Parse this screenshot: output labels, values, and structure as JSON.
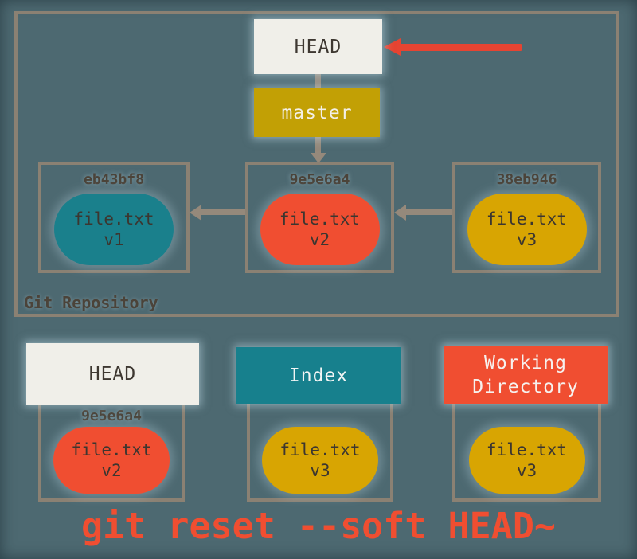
{
  "colors": {
    "background": "#4d6971",
    "frame_border": "#8b8173",
    "connector": "#95897b",
    "annotation_arrow": "#e64432",
    "branch_gold": "#c2a005",
    "offwhite": "#f0efe9",
    "teal": "#17808d",
    "orange": "#f04e31",
    "yellow": "#d8a502",
    "caption": "#f04e31"
  },
  "repository": {
    "label": "Git Repository",
    "head_label": "HEAD",
    "branch_label": "master",
    "commits": [
      {
        "hash": "eb43bf8",
        "file": "file.txt",
        "version": "v1",
        "color": "#1a808c"
      },
      {
        "hash": "9e5e6a4",
        "file": "file.txt",
        "version": "v2",
        "color": "#f04e31"
      },
      {
        "hash": "38eb946",
        "file": "file.txt",
        "version": "v3",
        "color": "#d8a502"
      }
    ]
  },
  "areas": [
    {
      "title": "HEAD",
      "hash": "9e5e6a4",
      "file": "file.txt",
      "version": "v2",
      "pill_color": "#f04e31"
    },
    {
      "title": "Index",
      "hash": "",
      "file": "file.txt",
      "version": "v3",
      "pill_color": "#d8a502"
    },
    {
      "title": "Working\nDirectory",
      "hash": "",
      "file": "file.txt",
      "version": "v3",
      "pill_color": "#d8a502"
    }
  ],
  "caption": {
    "text": "git reset --soft HEAD~"
  }
}
